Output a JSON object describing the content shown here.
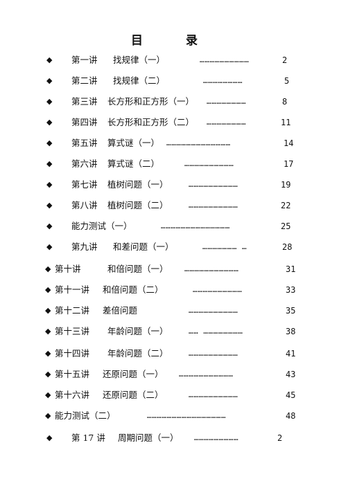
{
  "title": "目    录",
  "entries": [
    {
      "bullet": "◆",
      "lesson": "第一讲",
      "topic": "找规律（一）",
      "dots": "…………………………",
      "page": "2"
    },
    {
      "bullet": "◆",
      "lesson": "第二讲",
      "topic": "找规律（二）",
      "dots": "……………………",
      "page": "5"
    },
    {
      "bullet": "◆",
      "lesson": "第三讲",
      "topic": "长方形和正方形（一）",
      "dots": "……………………",
      "page": "8"
    },
    {
      "bullet": "◆",
      "lesson": "第四讲",
      "topic": "长方形和正方形（二）",
      "dots": "……………………",
      "page": "11"
    },
    {
      "bullet": "◆",
      "lesson": "第五讲",
      "topic": "算式谜（一）",
      "dots": "…………………………………",
      "page": "14"
    },
    {
      "bullet": "◆",
      "lesson": "第六讲",
      "topic": "算式谜（二）",
      "dots": "…………………………",
      "page": "17"
    },
    {
      "bullet": "◆",
      "lesson": "第七讲",
      "topic": "植树问题（一）",
      "dots": "…………………………",
      "page": "19"
    },
    {
      "bullet": "◆",
      "lesson": "第八讲",
      "topic": "植树问题（二）",
      "dots": "…………………………",
      "page": "22"
    },
    {
      "bullet": "◆",
      "lesson": "能力测试（一）",
      "topic": "",
      "dots": "……………………………………",
      "page": "25"
    },
    {
      "bullet": "◆",
      "lesson": "第九讲",
      "topic": "和差问题（一）",
      "dots": "………………… …",
      "page": "28"
    },
    {
      "bullet": "◆",
      "lesson": "第十讲",
      "topic": "和倍问题（一）",
      "dots": "……………………………",
      "page": "31"
    },
    {
      "bullet": "◆",
      "lesson": "第十一讲",
      "topic": "和倍问题（二）",
      "dots": "…………………………",
      "page": "33"
    },
    {
      "bullet": "◆",
      "lesson": "第十二讲",
      "topic": "差倍问题",
      "dots": "…………………………",
      "page": "35"
    },
    {
      "bullet": "◆",
      "lesson": "第十三讲",
      "topic": "年龄问题（一）",
      "dots": "…… ……………………",
      "page": "38"
    },
    {
      "bullet": "◆",
      "lesson": "第十四讲",
      "topic": "年龄问题（二）",
      "dots": "…………………………",
      "page": "41"
    },
    {
      "bullet": "◆",
      "lesson": "第十五讲",
      "topic": "还原问题（一）",
      "dots": "……………………………",
      "page": "43"
    },
    {
      "bullet": "◆",
      "lesson": "第十六讲",
      "topic": "还原问题（二）",
      "dots": "…………………………",
      "page": "45"
    },
    {
      "bullet": "◆",
      "lesson": "能力测试（二）",
      "topic": "",
      "dots": "…………………………………………",
      "page": "48"
    },
    {
      "bullet": "◆",
      "lesson": "第 17 讲",
      "topic": "周期问题（一）",
      "dots": "………………………",
      "page": "2"
    }
  ]
}
